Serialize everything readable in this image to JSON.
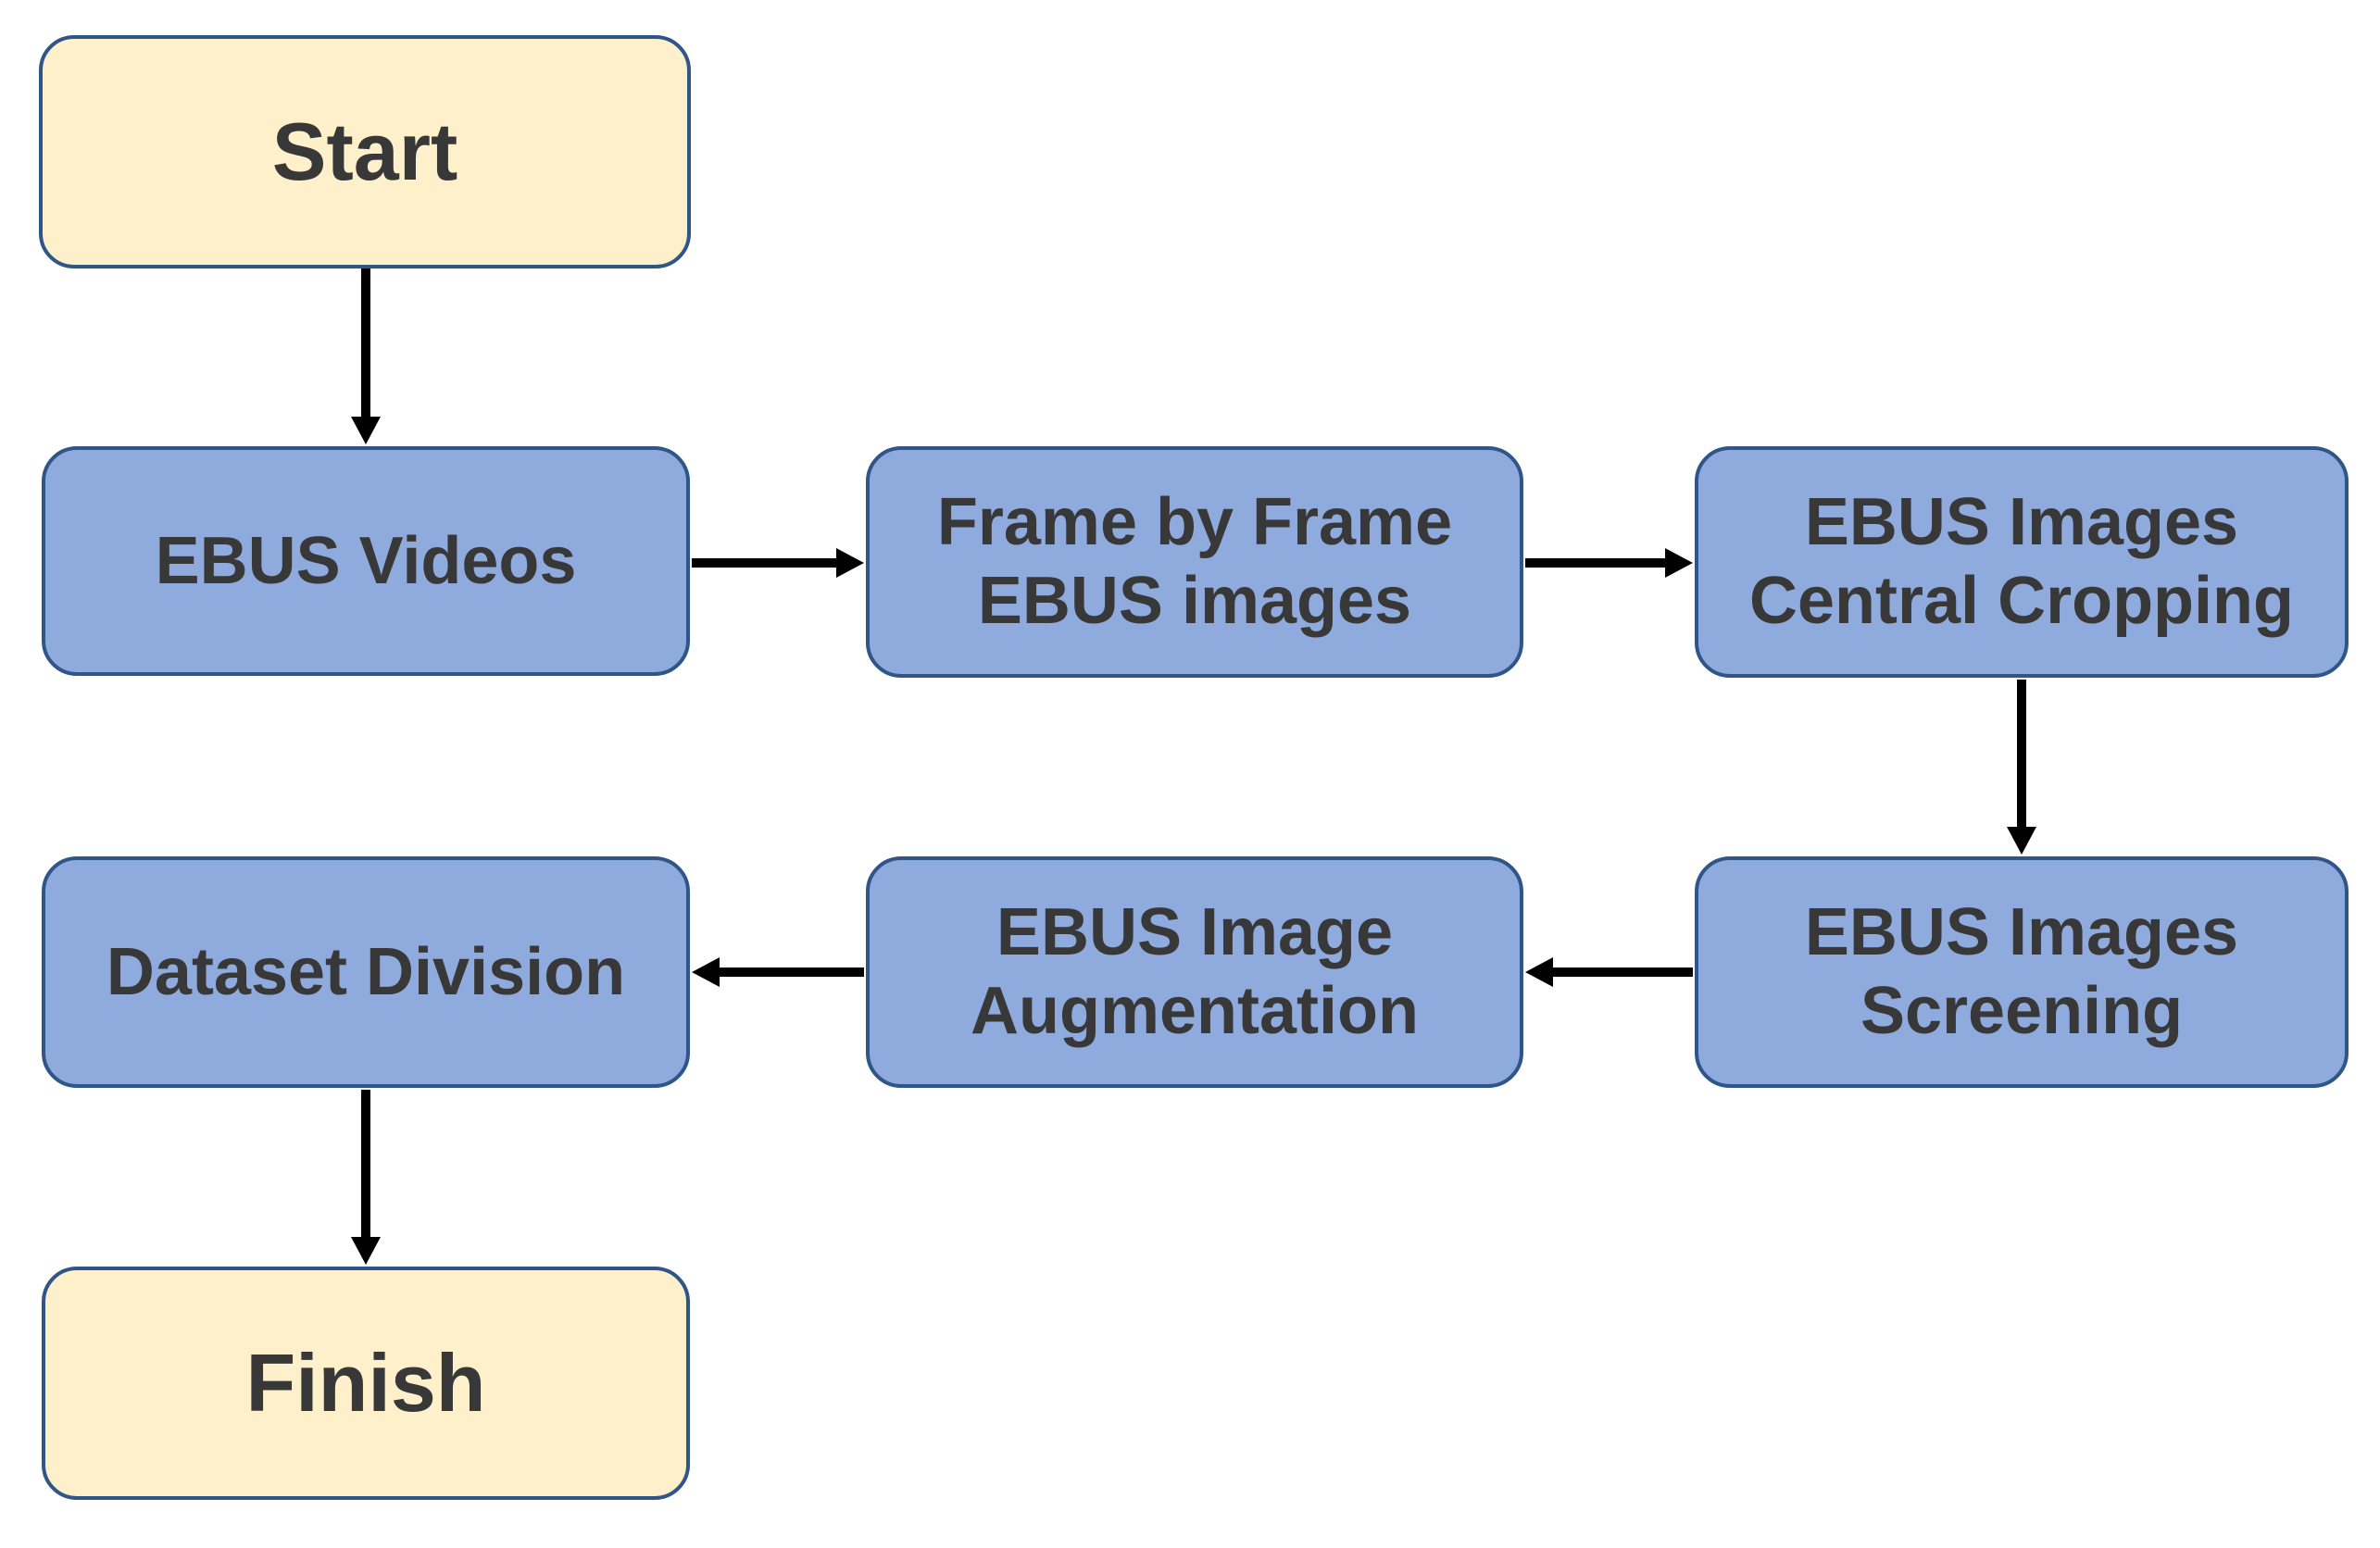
{
  "diagram": {
    "type": "flowchart",
    "description": "EBUS dataset preparation workflow"
  },
  "colors": {
    "background": "#ffffff",
    "terminal-fill": "#fdf0ca",
    "process-fill": "#8faadc",
    "node-border": "#2f5589",
    "arrow": "#000000",
    "text": "#383838"
  },
  "nodes": [
    {
      "id": "start",
      "type": "terminal",
      "label": "Start"
    },
    {
      "id": "ebus-videos",
      "type": "process",
      "label": "EBUS Videos"
    },
    {
      "id": "frame-by-frame",
      "type": "process",
      "label": "Frame by Frame\nEBUS images"
    },
    {
      "id": "central-cropping",
      "type": "process",
      "label": "EBUS Images\nCentral Cropping"
    },
    {
      "id": "screening",
      "type": "process",
      "label": "EBUS Images\nScreening"
    },
    {
      "id": "augmentation",
      "type": "process",
      "label": "EBUS Image\nAugmentation"
    },
    {
      "id": "dataset-division",
      "type": "process",
      "label": "Dataset Division"
    },
    {
      "id": "finish",
      "type": "terminal",
      "label": "Finish"
    }
  ],
  "edges": [
    {
      "from": "start",
      "to": "ebus-videos",
      "direction": "down"
    },
    {
      "from": "ebus-videos",
      "to": "frame-by-frame",
      "direction": "right"
    },
    {
      "from": "frame-by-frame",
      "to": "central-cropping",
      "direction": "right"
    },
    {
      "from": "central-cropping",
      "to": "screening",
      "direction": "down"
    },
    {
      "from": "screening",
      "to": "augmentation",
      "direction": "left"
    },
    {
      "from": "augmentation",
      "to": "dataset-division",
      "direction": "left"
    },
    {
      "from": "dataset-division",
      "to": "finish",
      "direction": "down"
    }
  ]
}
